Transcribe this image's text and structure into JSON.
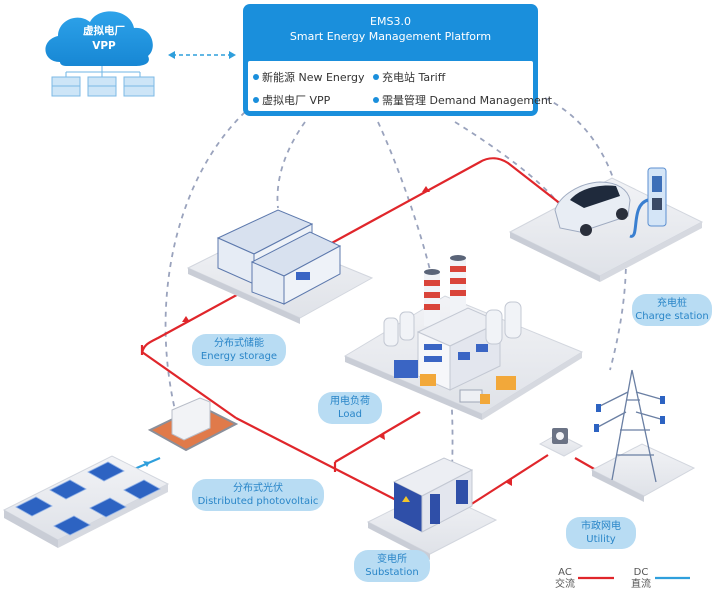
{
  "platform": {
    "title_line1": "EMS3.0",
    "title_line2": "Smart Energy Management Platform",
    "features": [
      {
        "label": "新能源 New Energy"
      },
      {
        "label": "充电站 Tariff"
      },
      {
        "label": "虚拟电厂 VPP"
      },
      {
        "label": "需量管理 Demand Management"
      }
    ]
  },
  "vpp": {
    "cloud_line1": "虚拟电厂",
    "cloud_line2": "VPP",
    "node_count": 3
  },
  "nodes": {
    "energy_storage": {
      "zh": "分布式储能",
      "en": "Energy storage"
    },
    "load": {
      "zh": "用电负荷",
      "en": "Load"
    },
    "charge_station": {
      "zh": "充电桩",
      "en": "Charge station"
    },
    "photovoltaic": {
      "zh": "分布式光伏",
      "en": "Distributed photovoltaic"
    },
    "substation": {
      "zh": "变电所",
      "en": "Substation"
    },
    "utility": {
      "zh": "市政网电",
      "en": "Utility"
    }
  },
  "legend": {
    "ac": {
      "en": "AC",
      "zh": "交流",
      "color": "#e0262b"
    },
    "dc": {
      "en": "DC",
      "zh": "直流",
      "color": "#2f9fdc"
    }
  },
  "colors": {
    "brand_blue": "#1a8fdc",
    "pill_bg": "#b8dcf3",
    "pill_text": "#2a86c8",
    "ac_line": "#e0262b",
    "dc_line": "#2f9fdc",
    "dash_line": "#9aa3bd"
  }
}
